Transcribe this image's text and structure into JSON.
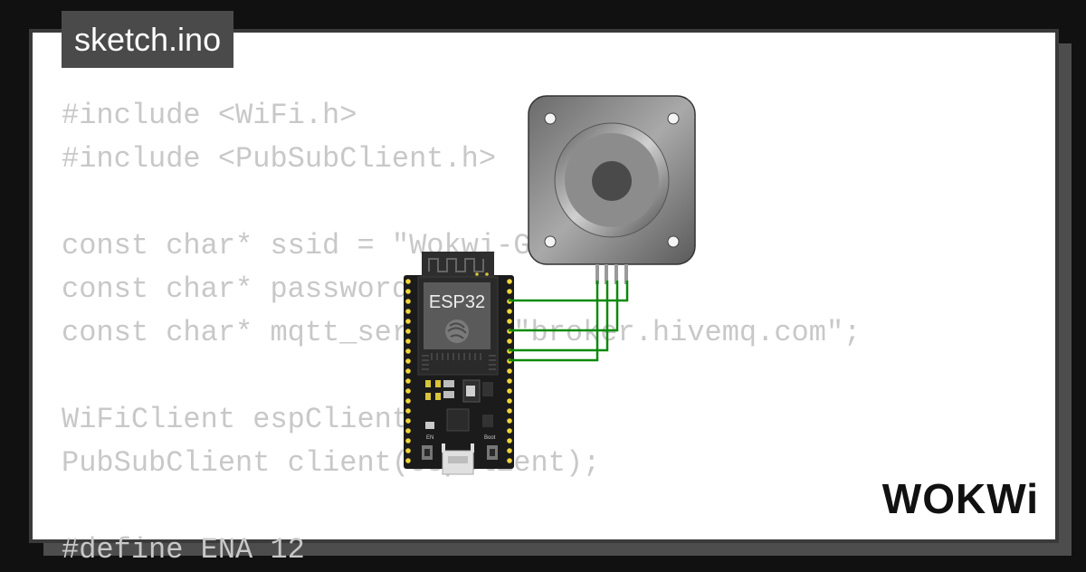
{
  "tab": {
    "filename": "sketch.ino"
  },
  "code": {
    "lines": [
      "#include <WiFi.h>",
      "#include <PubSubClient.h>",
      "",
      "const char* ssid = \"Wokwi-GUEST\";",
      "const char* password = \"\";",
      "const char* mqtt_server = \"broker.hivemq.com\";",
      "",
      "WiFiClient espClient;",
      "PubSubClient client(espClient);",
      "",
      "#define ENA 12"
    ]
  },
  "board": {
    "label": "ESP32",
    "boot_label": "Boot",
    "en_label": "EN"
  },
  "brand": {
    "logo_text": "WOKWi"
  },
  "colors": {
    "background": "#111111",
    "card": "#ffffff",
    "card_border": "#3a3a3a",
    "code_text": "#c8c8c8",
    "tab_bg": "#4a4a4a",
    "wire": "#008000",
    "pin": "#f2d63a",
    "motor_body": "#8a8a8a"
  }
}
